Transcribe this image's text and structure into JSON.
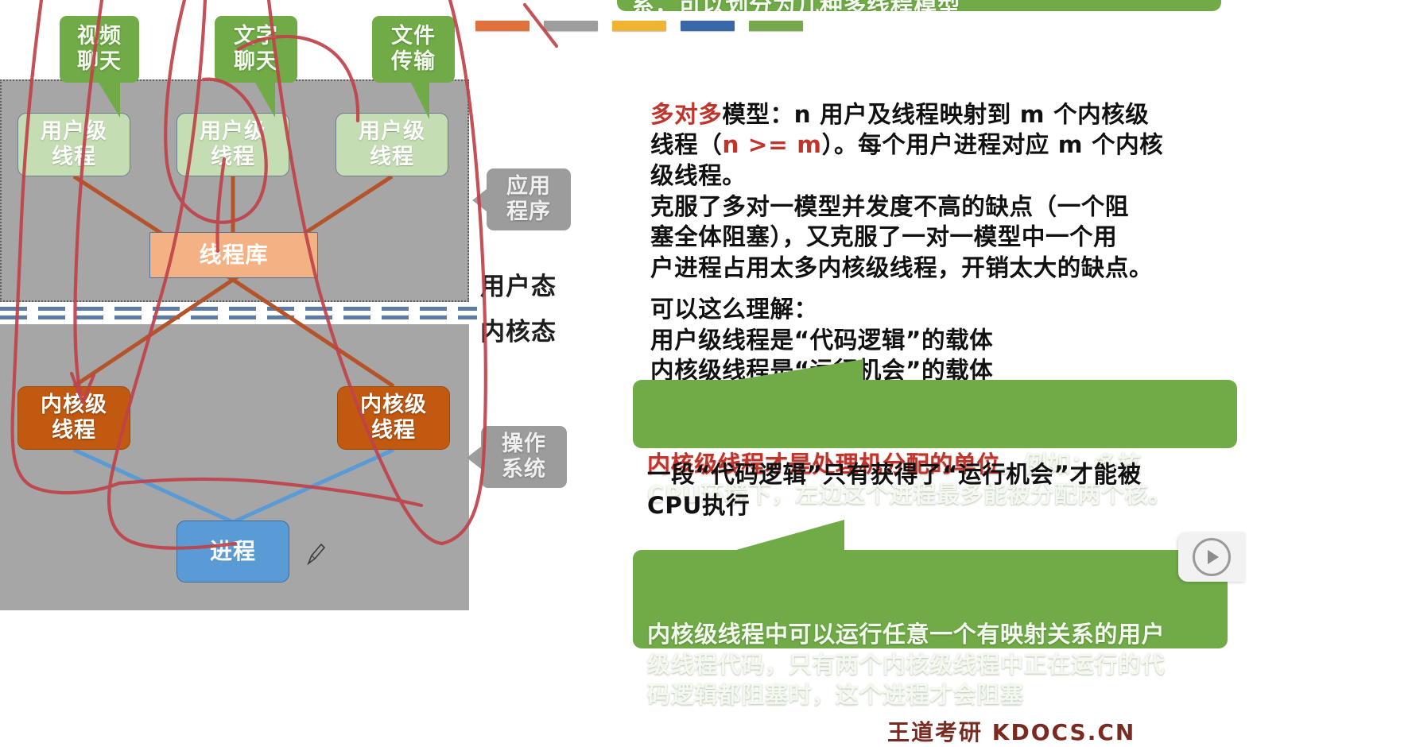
{
  "diagram": {
    "callouts": [
      {
        "id": "video",
        "line1": "视频",
        "line2": "聊天"
      },
      {
        "id": "text",
        "line1": "文字",
        "line2": "聊天"
      },
      {
        "id": "file",
        "line1": "文件",
        "line2": "传输"
      }
    ],
    "user_threads": [
      {
        "line1": "用户级",
        "line2": "线程"
      },
      {
        "line1": "用户级",
        "line2": "线程"
      },
      {
        "line1": "用户级",
        "line2": "线程"
      }
    ],
    "thread_library": "线程库",
    "kernel_threads": [
      {
        "line1": "内核级",
        "line2": "线程"
      },
      {
        "line1": "内核级",
        "line2": "线程"
      }
    ],
    "process": "进程",
    "side_labels": {
      "application_line1": "应用",
      "application_line2": "程序",
      "os_line1": "操作",
      "os_line2": "系统",
      "user_mode": "用户态",
      "kernel_mode": "内核态"
    },
    "chip_colors": [
      "#e0703c",
      "#9d9d9d",
      "#f0b433",
      "#3a67a8",
      "#77a74c"
    ],
    "palette": {
      "panel_grey": "#a6a6a6",
      "user_thread_green": "#c5ddb3",
      "thread_lib_orange": "#f4b183",
      "kernel_thread_orange": "#c15911",
      "process_blue": "#5b9bd5",
      "callout_green": "#70ab47",
      "label_grey": "#9c9c9c",
      "connector_orange": "#b5542a",
      "connector_blue": "#5b9bd5",
      "ink_red": "#c0434a"
    }
  },
  "notes": {
    "top_bubble": "用户级线程和内核级线程的映射关\n系，可以划分为几种多线程模型",
    "many_to_many": {
      "title": "多对多",
      "body_1": "模型：n 用户及线程映射到 m 个内核级\n线程（",
      "formula": "n >= m",
      "body_2": "）。每个用户进程对应 m 个内核\n级线程。\n克服了多对一模型并发度不高的缺点（一个阻\n塞全体阻塞），又克服了一对一模型中一个用\n户进程占用太多内核级线程，开销太大的缺点。"
    },
    "understand": "可以这么理解：\n用户级线程是“代码逻辑”的载体\n内核级线程是“运行机会”的载体",
    "kernel_unit_bubble": {
      "highlight": "内核级线程才是处理机分配的单位",
      "rest": "。例如：多核\nCPU环境下，左边这个进程最多能被分配两个核。"
    },
    "code_logic": "一段“代码逻辑”只有获得了“运行机会”才能被\nCPU执行",
    "any_thread_bubble": "内核级线程中可以运行任意一个有映射关系的用户\n级线程代码，只有两个内核级线程中正在运行的代\n码逻辑都阻塞时，这个进程才会阻塞",
    "watermark": "王道考研 KDOCS.CN"
  },
  "controls": {
    "play_icon": "play-icon"
  }
}
